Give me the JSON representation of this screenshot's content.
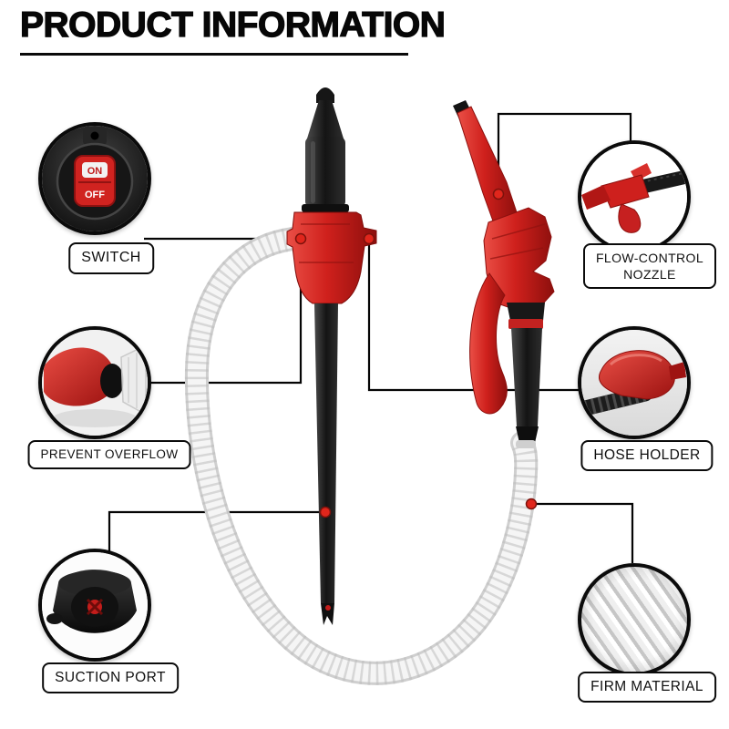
{
  "page": {
    "title": "PRODUCT INFORMATION"
  },
  "callouts": {
    "switch": {
      "label": "SWITCH"
    },
    "prevent_overflow": {
      "label": "PREVENT OVERFLOW"
    },
    "suction_port": {
      "label": "SUCTION PORT"
    },
    "flow_control": {
      "label": "FLOW-CONTROL NOZZLE"
    },
    "hose_holder": {
      "label": "HOSE HOLDER"
    },
    "firm_material": {
      "label": "FIRM MATERIAL"
    }
  },
  "switch_detail": {
    "on": "ON",
    "off": "OFF"
  },
  "colors": {
    "accent_red": "#cf201c",
    "dot_red": "#e0261c",
    "line": "#050505"
  }
}
